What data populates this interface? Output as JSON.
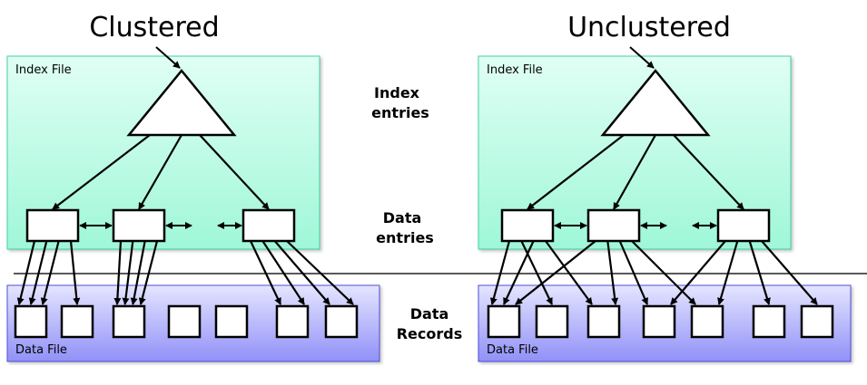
{
  "titles": {
    "left": "Clustered",
    "right": "Unclustered"
  },
  "labels": {
    "index_file": "Index File",
    "data_file": "Data File",
    "index_entries": [
      "Index",
      "entries"
    ],
    "data_entries": [
      "Data",
      "entries"
    ],
    "data_records": [
      "Data",
      "Records"
    ]
  },
  "colors": {
    "index_fill_top": "#e0fff4",
    "index_fill_bottom": "#9ff7d8",
    "index_border": "#40d0a8",
    "data_fill_top": "#e4e4ff",
    "data_fill_bottom": "#9090f8",
    "data_border": "#5050d8"
  },
  "diagrams": [
    {
      "name": "clustered",
      "entry_count": 3,
      "record_count": 7,
      "pointers": [
        [
          0,
          0
        ],
        [
          0,
          0
        ],
        [
          0,
          0
        ],
        [
          0,
          1
        ],
        [
          1,
          2
        ],
        [
          1,
          2
        ],
        [
          1,
          2
        ],
        [
          1,
          2
        ],
        [
          2,
          5
        ],
        [
          2,
          5
        ],
        [
          2,
          6
        ],
        [
          2,
          6
        ]
      ]
    },
    {
      "name": "unclustered",
      "entry_count": 3,
      "record_count": 7,
      "pointers": [
        [
          0,
          0
        ],
        [
          0,
          1
        ],
        [
          0,
          0
        ],
        [
          0,
          2
        ],
        [
          1,
          0
        ],
        [
          1,
          2
        ],
        [
          1,
          3
        ],
        [
          1,
          4
        ],
        [
          2,
          3
        ],
        [
          2,
          4
        ],
        [
          2,
          5
        ],
        [
          2,
          6
        ]
      ]
    }
  ]
}
